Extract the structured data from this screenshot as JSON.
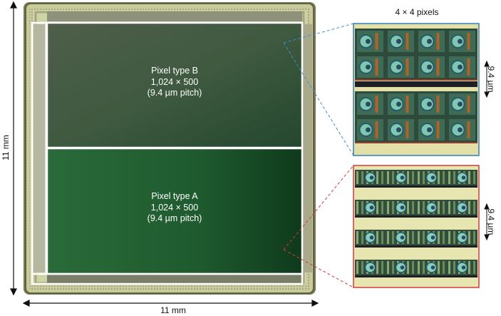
{
  "regions": {
    "pixel_b": {
      "title": "Pixel type B",
      "size": "1,024 × 500",
      "pitch": "(9.4 µm pitch)"
    },
    "pixel_a": {
      "title": "Pixel type A",
      "size": "1,024 × 500",
      "pitch": "(9.4 µm pitch)"
    }
  },
  "dimensions": {
    "height_label": "11 mm",
    "width_label": "11 mm"
  },
  "insets": {
    "top": {
      "title": "4 × 4 pixels",
      "pitch_label": "9.4 µm",
      "rows": 4,
      "cols": 4,
      "color": "#2f7fc0"
    },
    "bottom": {
      "pitch_label": "9.4 µm",
      "rows": 4,
      "cols": 4,
      "color": "#d23a3a"
    }
  }
}
